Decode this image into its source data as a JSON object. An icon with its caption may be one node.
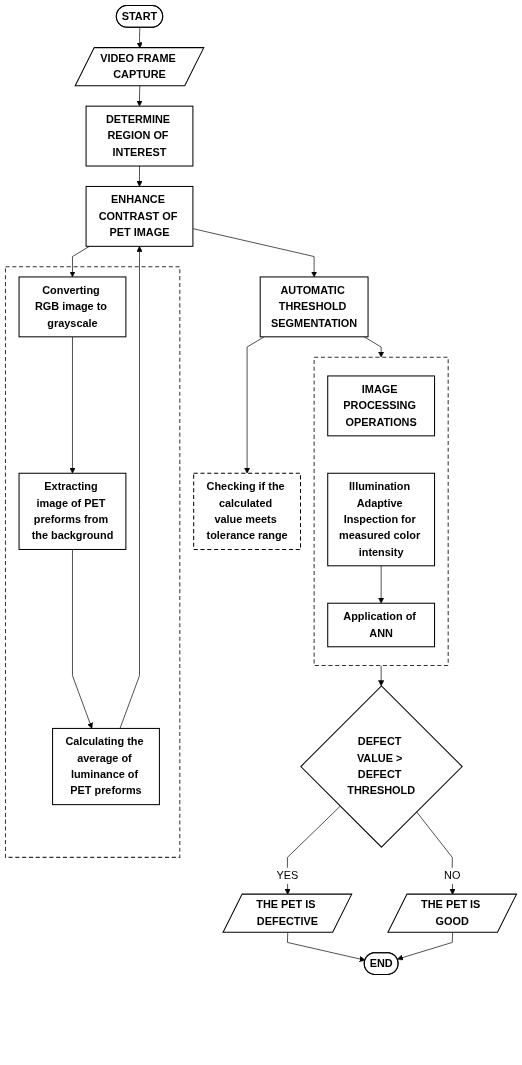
{
  "diagram": {
    "nodes": [
      {
        "text": [
          "START"
        ]
      },
      {
        "text": [
          "VIDEO FRAME CAPTURE"
        ]
      },
      {
        "text": [
          "DETERMINE REGION OF INTEREST"
        ]
      },
      {
        "text": [
          "ENHANCE CONTRAST OF PET IMAGE"
        ]
      },
      {
        "text": [],
        "shape": "box"
      },
      {
        "text": [
          "Converting RGB image to grayscale"
        ],
        "in": 4
      },
      {
        "text": [
          "Extracting image of PET preforms from the background"
        ],
        "in": 4
      },
      {
        "text": [
          "Calculating the average of luminance of PET preforms"
        ],
        "in": 4
      },
      {
        "text": [
          "Checking if the calculated value meets tolerance range"
        ]
      },
      {
        "text": [
          "AUTOMATIC THRESHOLD SEGMENTATION"
        ]
      },
      {
        "text": [],
        "shape": "box"
      },
      {
        "text": [
          "IMAGE PROCESSING OPERATIONS"
        ],
        "in": 10
      },
      {
        "text": [
          "Illumination Adaptive Inspection for measured color intensity"
        ],
        "in": 10
      },
      {
        "text": [
          "Application of ANN"
        ],
        "in": 10
      },
      {
        "text": [
          "DEFECT VALUE > DEFECT THRESHOLD"
        ]
      },
      {
        "text": [
          "THE PET IS DEFECTIVE"
        ]
      },
      {
        "text": [
          "THE PET IS GOOD"
        ]
      },
      {
        "text": [
          "END"
        ]
      }
    ],
    "edges": [
      {
        "from": 0,
        "to": 1,
        "arrow": "to"
      },
      {
        "from": 1,
        "to": 2,
        "arrow": "to"
      },
      {
        "from": 2,
        "to": 3,
        "arrow": "to"
      },
      {
        "from": 3,
        "to": 5,
        "arrow": "to"
      },
      {
        "from": 5,
        "to": 6,
        "arrow": "to"
      },
      {
        "from": 6,
        "to": 7,
        "arrow": "to"
      },
      {
        "from": 7,
        "to": 3,
        "arrow": "to"
      },
      {
        "from": 3,
        "to": 9,
        "arrow": "to"
      },
      {
        "from": 9,
        "to": 8,
        "arrow": "to"
      },
      {
        "from": 9,
        "to": 10,
        "arrow": "to"
      },
      {
        "from": 12,
        "to": 13,
        "arrow": "to"
      },
      {
        "from": 10,
        "to": 14,
        "arrow": "to"
      },
      {
        "from": 14,
        "to": 15,
        "label": "YES",
        "arrow": "to"
      },
      {
        "from": 14,
        "to": 16,
        "label": "NO",
        "arrow": "to"
      },
      {
        "from": 15,
        "to": 17,
        "arrow": "to"
      },
      {
        "from": 16,
        "to": 17,
        "arrow": "to"
      }
    ]
  }
}
